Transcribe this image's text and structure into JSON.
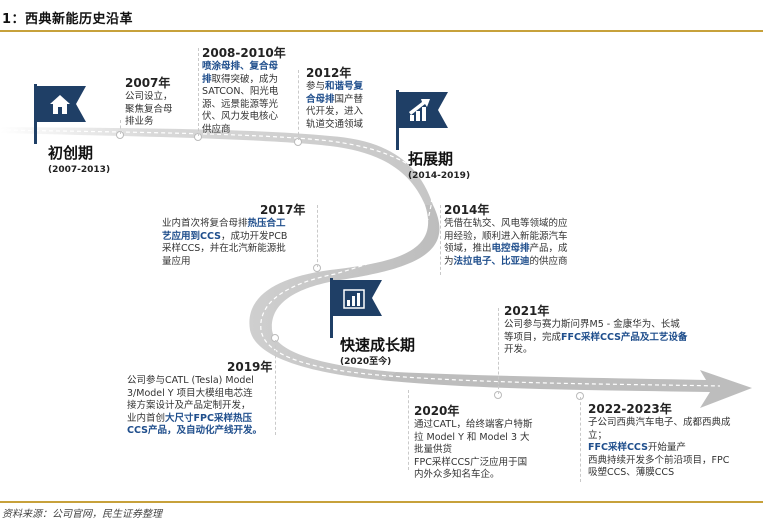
{
  "figure_title": "1：西典新能历史沿革",
  "source_note": "资料来源：公司官网，民生证券整理",
  "stages": [
    {
      "name": "初创期",
      "period": "(2007-2013)",
      "icon": "house-icon"
    },
    {
      "name": "拓展期",
      "period": "(2014-2019)",
      "icon": "growth-arrow-icon"
    },
    {
      "name": "快速成长期",
      "period": "(2020至今)",
      "icon": "bar-chart-icon"
    }
  ],
  "events": {
    "e2007": {
      "year": "2007年",
      "lines": [
        "公司设立，",
        "聚焦复合母",
        "排业务"
      ]
    },
    "e2008": {
      "year": "2008-2010年",
      "hl1": "喷涂母排、复合母",
      "hl2": "排",
      "t2": "取得突破，成为",
      "lines": [
        "SATCON、阳光电",
        "源、远景能源等光",
        "伏、风力发电核心",
        "供应商"
      ]
    },
    "e2012": {
      "year": "2012年",
      "t1a": "参与",
      "hl1": "和谐号复",
      "hl2": "合母排",
      "t2": "国产替",
      "lines": [
        "代开发，进入",
        "轨道交通领域"
      ]
    },
    "e2014": {
      "year": "2014年",
      "lines": [
        "凭借在轨交、风电等领域的应",
        "用经验，顺利进入新能源汽车"
      ],
      "t3a": "领域，推出",
      "hl3": "电控母排",
      "t3b": "产品，成",
      "t4a": "为",
      "hl4": "法拉电子、比亚迪",
      "t4b": "的供应商"
    },
    "e2017": {
      "year": "2017年",
      "t1a": "业内首次将复合母排",
      "hl1": "热压合工",
      "hl2": "艺应用到CCS",
      "t2": "，成功开发PCB",
      "lines": [
        "采样CCS，并在北汽新能源批",
        "量应用"
      ]
    },
    "e2019": {
      "year": "2019年",
      "lines": [
        "公司参与CATL (Tesla) Model",
        "3/Model Y 项目大模组电芯连",
        "接方案设计及产品定制开发，"
      ],
      "t4a": "业内首创",
      "hl4": "大尺寸FPC采样热压",
      "hl5": "CCS产品，及自动化产线开发。"
    },
    "e2020": {
      "year": "2020年",
      "lines": [
        "通过CATL，给终端客户特斯",
        "拉 Model Y 和 Model 3 大",
        "批量供货",
        "FPC采样CCS广泛应用于国",
        "内外众多知名车企。"
      ]
    },
    "e2021": {
      "year": "2021年",
      "t1": "公司参与赛力斯问界M5 - 金康华为、长城",
      "t2a": "等项目，完成",
      "hl2": "FFC采样CCS产品及工艺设备",
      "t3": "开发。"
    },
    "e2022": {
      "year": "2022-2023年",
      "lines": [
        "子公司西典汽车电子、成都西典成",
        "立；"
      ],
      "hl3": "FFC采样CCS",
      "t3b": "开始量产",
      "tail": [
        "西典持续开发多个前沿项目，FPC",
        "吸塑CCS、薄膜CCS"
      ]
    }
  },
  "colors": {
    "road": "#c8c8c8",
    "road_light": "#e6e6e6",
    "flag": "#1f3f66",
    "highlight": "#1f4e8c",
    "rule": "#c7a13b"
  }
}
